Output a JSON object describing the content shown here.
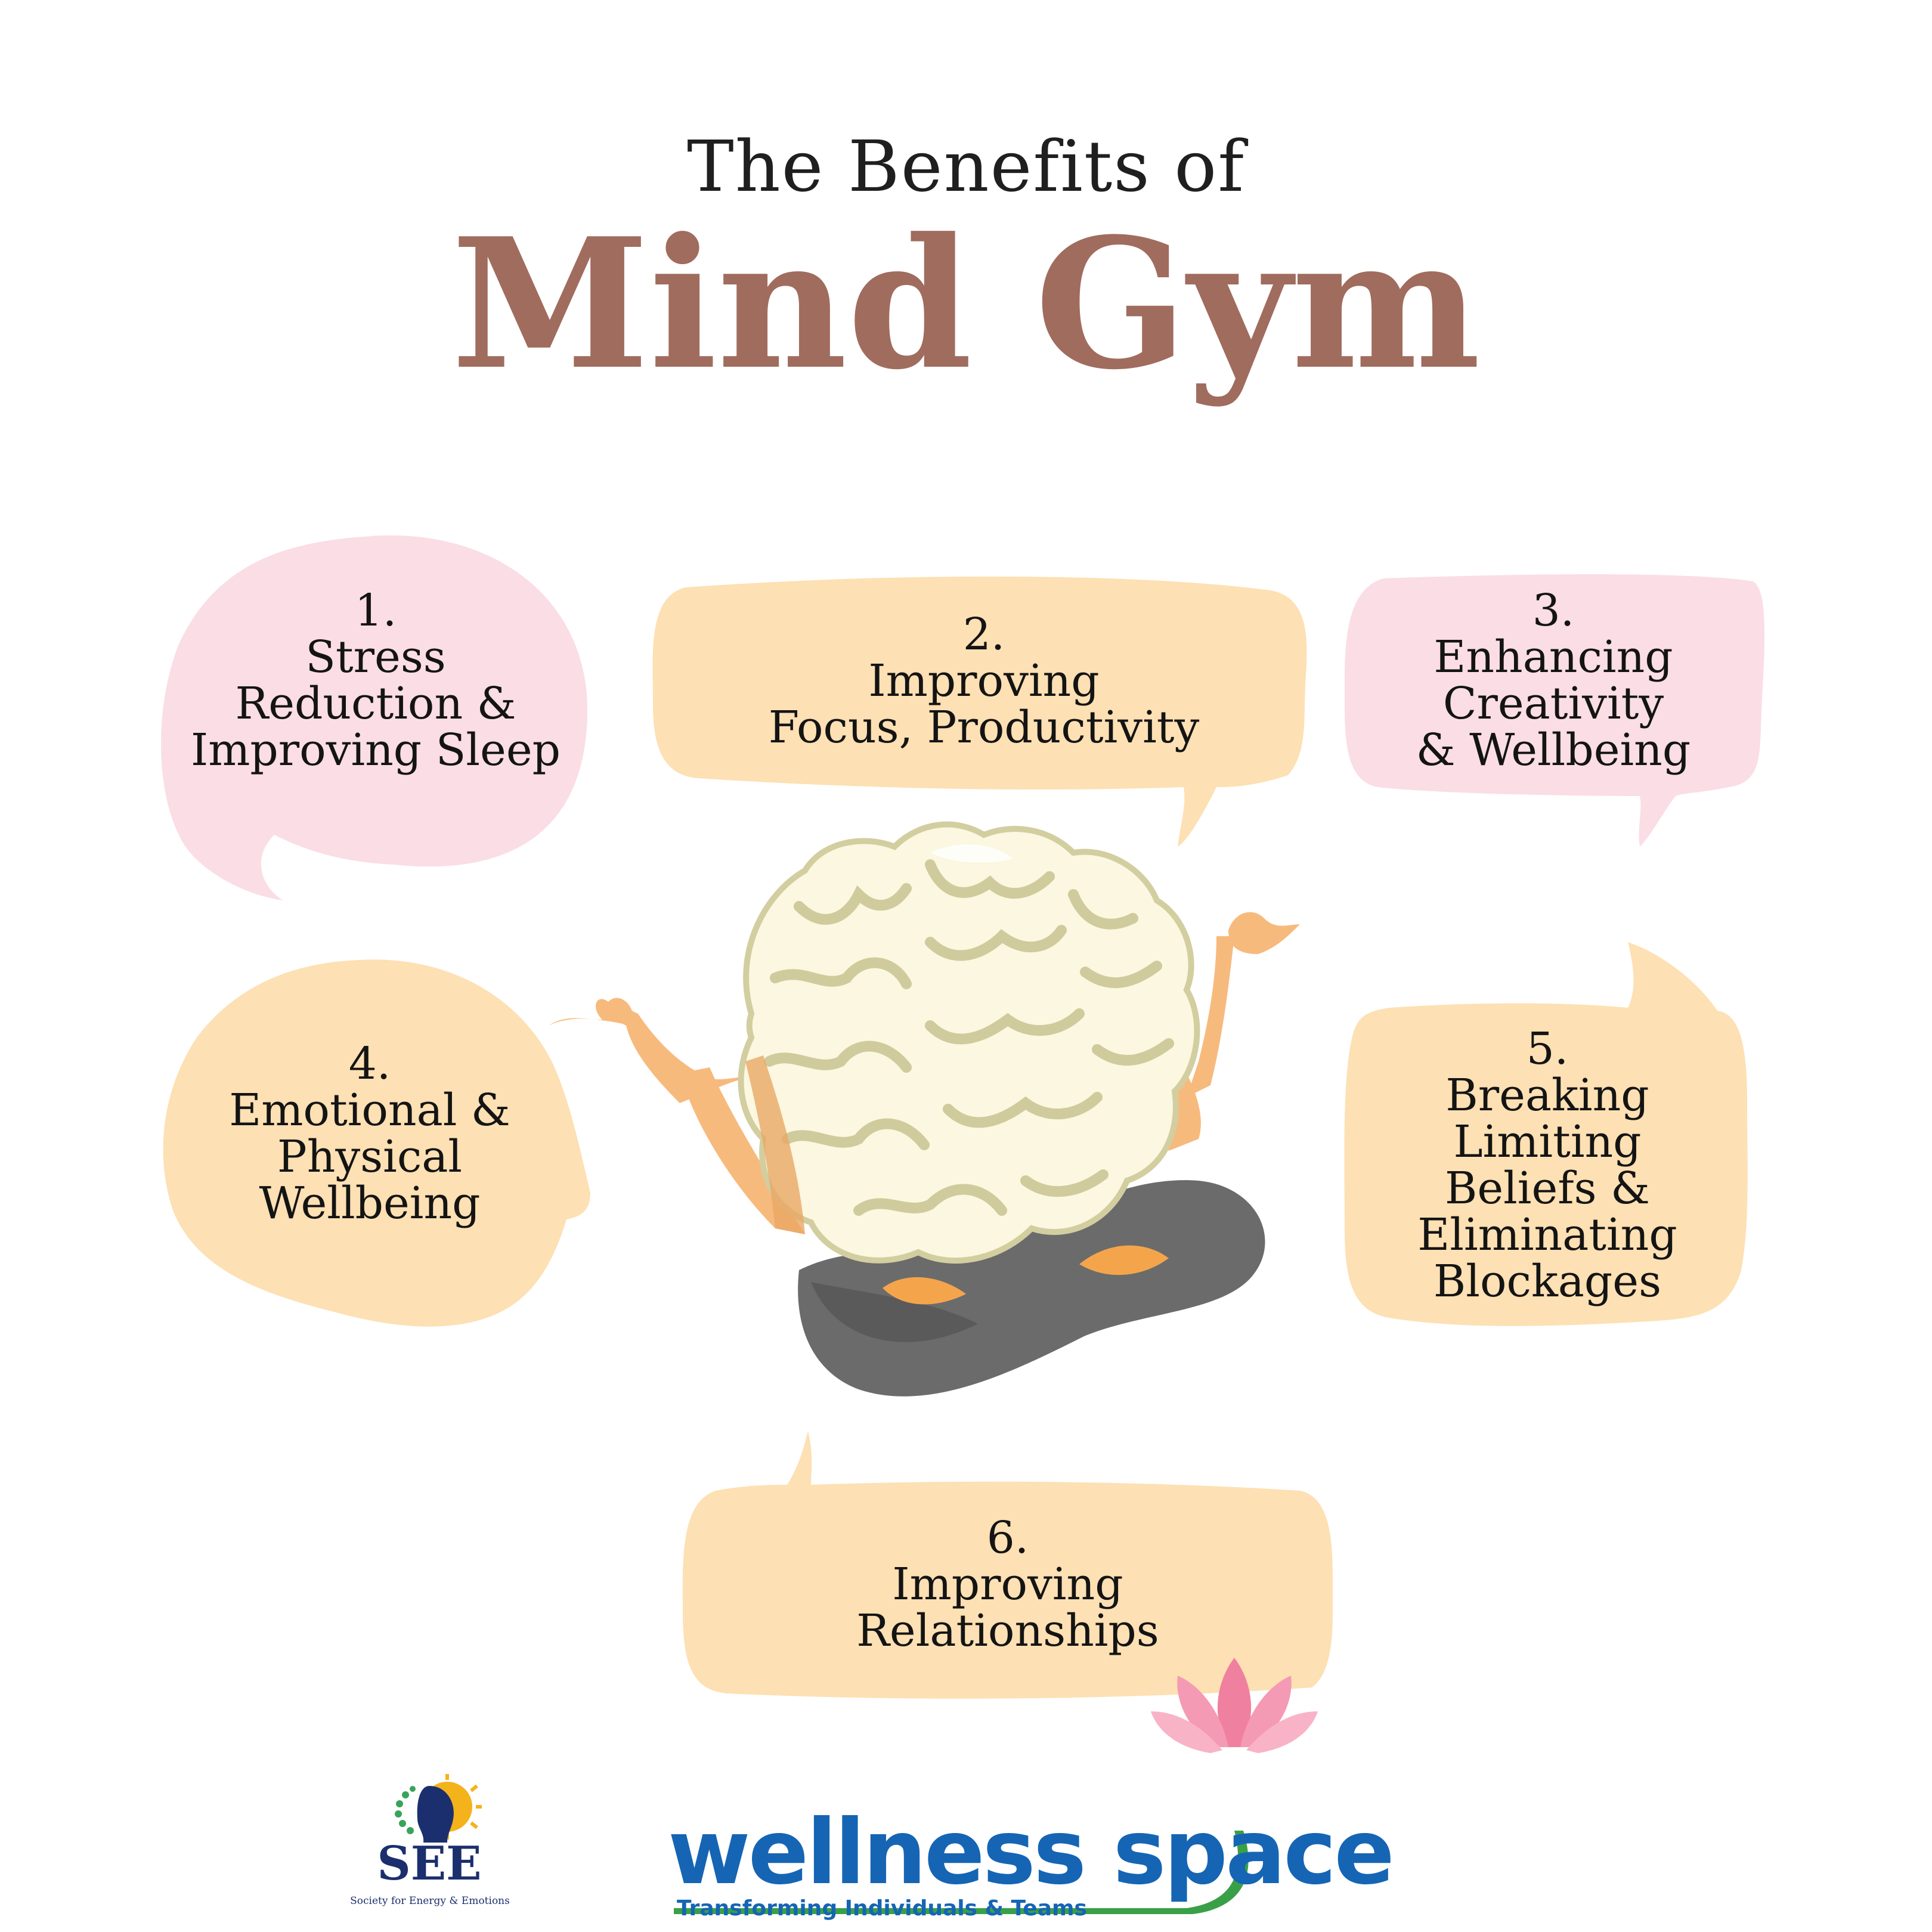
{
  "title": {
    "line1": "The Benefits of",
    "line2": "Mind Gym"
  },
  "benefits": [
    {
      "number": "1.",
      "lines": [
        "Stress",
        "Reduction &",
        "Improving Sleep"
      ]
    },
    {
      "number": "2.",
      "lines": [
        "Improving",
        "Focus, Productivity"
      ]
    },
    {
      "number": "3.",
      "lines": [
        "Enhancing",
        "Creativity",
        "& Wellbeing"
      ]
    },
    {
      "number": "4.",
      "lines": [
        "Emotional &",
        "Physical",
        "Wellbeing"
      ]
    },
    {
      "number": "5.",
      "lines": [
        "Breaking",
        "Limiting",
        "Beliefs &",
        "Eliminating",
        "Blockages"
      ]
    },
    {
      "number": "6.",
      "lines": [
        "Improving",
        "Relationships"
      ]
    }
  ],
  "colors": {
    "title_accent": "#a06c5e",
    "bubble_pink": "#fadde5",
    "bubble_peach": "#fde0b3",
    "brand_blue": "#1565b4"
  },
  "logos": {
    "see": {
      "name": "SEE",
      "subtitle": "Society for Energy & Emotions"
    },
    "wellness": {
      "name": "wellness space",
      "tagline": "Transforming Individuals & Teams"
    }
  }
}
